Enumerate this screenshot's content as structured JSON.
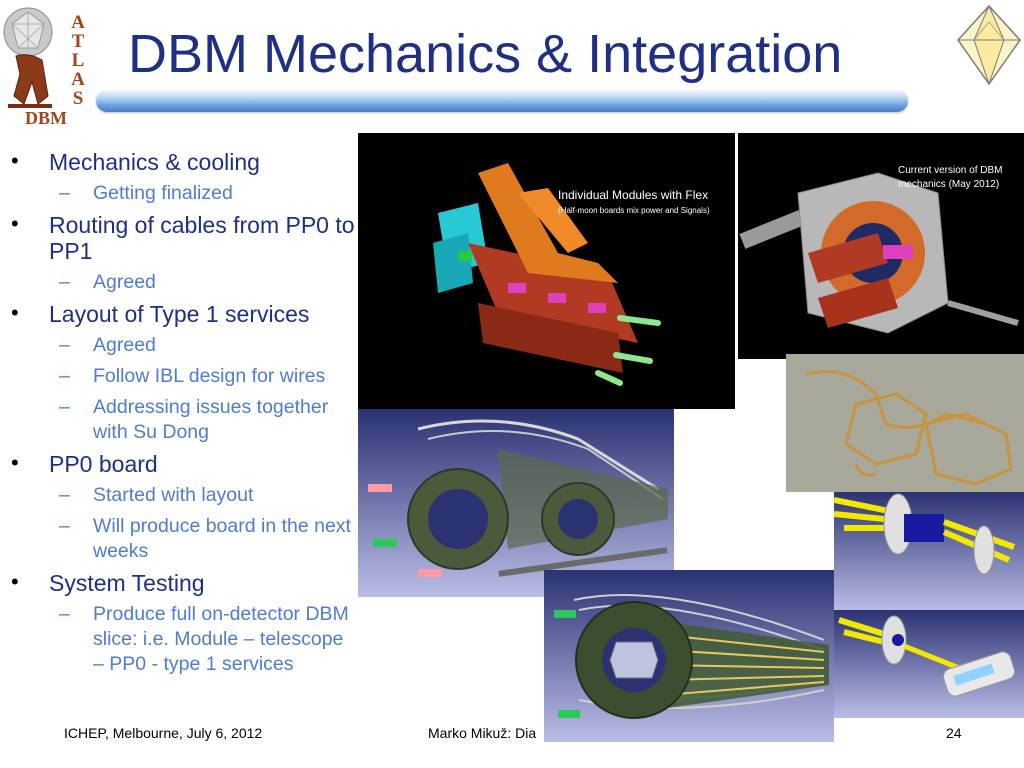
{
  "title": "DBM Mechanics & Integration",
  "logo_text": "DBM",
  "logo_letters": [
    "A",
    "T",
    "L",
    "A",
    "S"
  ],
  "bullets": [
    {
      "text": "Mechanics & cooling",
      "sub": [
        "Getting finalized"
      ]
    },
    {
      "text": "Routing of cables from PP0 to PP1",
      "sub": [
        "Agreed"
      ]
    },
    {
      "text": "Layout of Type 1 services",
      "sub": [
        "Agreed",
        "Follow IBL design for wires",
        "Addressing issues together with Su Dong"
      ]
    },
    {
      "text": "PP0 board",
      "sub": [
        "Started with layout",
        "Will produce board in the next weeks"
      ]
    },
    {
      "text": "System Testing",
      "sub": [
        "Produce full on-detector DBM slice: i.e. Module – telescope – PP0 - type 1 services"
      ]
    }
  ],
  "images": {
    "modules": {
      "caption": "Individual Modules with Flex",
      "subcaption": "(Half-moon boards mix power and  Signals)"
    },
    "current": {
      "caption": "Current version of  DBM",
      "caption2": "mechanics (May 2012)"
    }
  },
  "footer": {
    "left": "ICHEP, Melbourne, July 6, 2012",
    "middle": "Marko Mikuž: Dia",
    "page": "24"
  },
  "colors": {
    "title": "#1f2f86",
    "sub_bullet": "#4f7bd1"
  }
}
